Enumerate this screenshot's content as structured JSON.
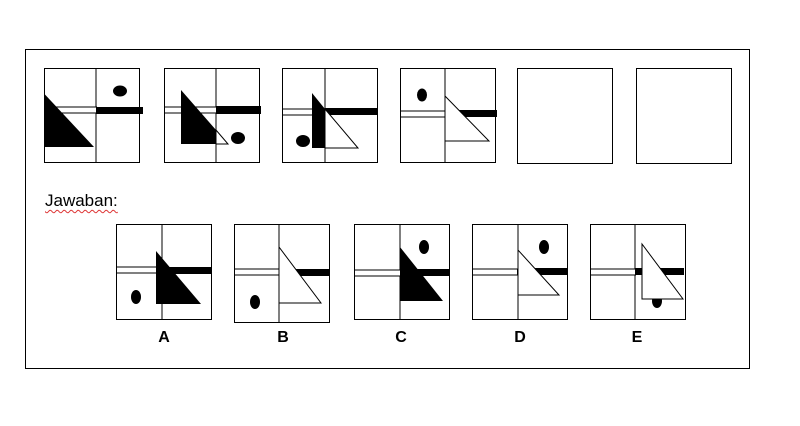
{
  "answer_label": "Jawaban:",
  "options": [
    {
      "letter": "A"
    },
    {
      "letter": "B"
    },
    {
      "letter": "C"
    },
    {
      "letter": "D"
    },
    {
      "letter": "E"
    }
  ],
  "colors": {
    "ink": "#000000",
    "paper": "#ffffff",
    "spellcheck": "#dd3333"
  }
}
